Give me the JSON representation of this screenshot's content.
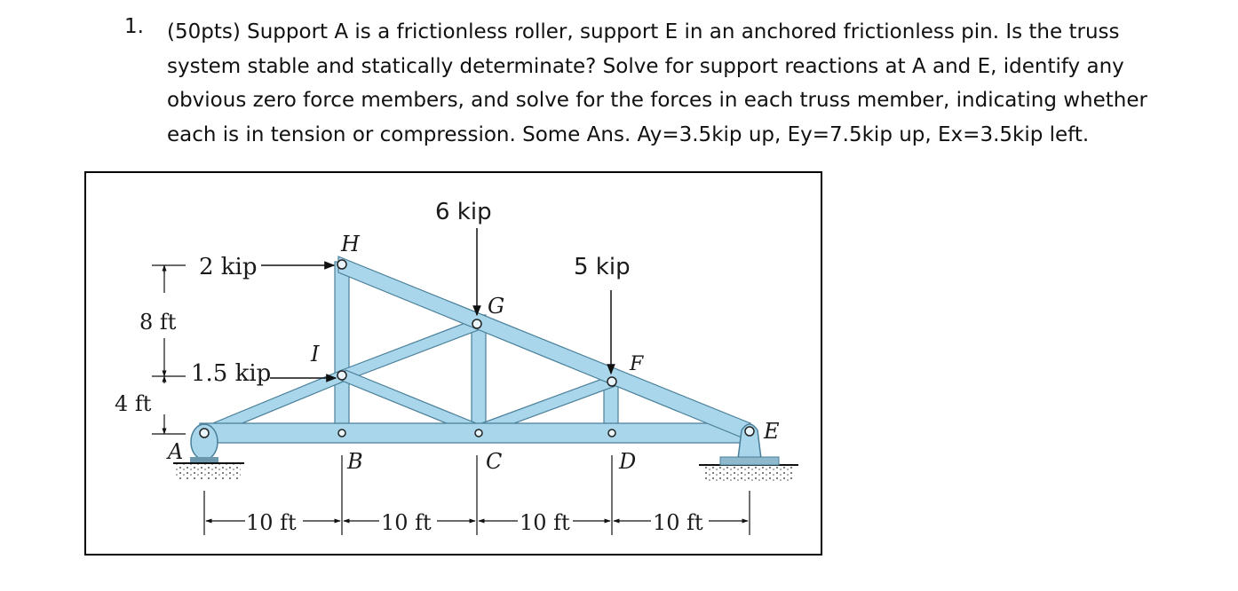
{
  "problem": {
    "number": "1.",
    "lines": [
      "(50pts) Support A is a frictionless roller, support E in an anchored frictionless pin. Is the truss",
      "system stable and statically determinate? Solve for support reactions at A and E, identify any",
      "obvious zero force members, and solve for the forces in each truss member, indicating whether",
      "each is in tension or compression. Some Ans. Ay=3.5kip up, Ey=7.5kip up, Ex=3.5kip left."
    ]
  },
  "figure": {
    "colors": {
      "member": "#a9d6ea",
      "member_edge": "#4a7f99",
      "line": "#222222"
    },
    "loads": {
      "top": "6 kip",
      "f": "5 kip",
      "h": "2 kip",
      "i": "1.5 kip"
    },
    "joints": {
      "a": "A",
      "b": "B",
      "c": "C",
      "d": "D",
      "e": "E",
      "f": "F",
      "g": "G",
      "h": "H",
      "i": "I"
    },
    "dims": {
      "h1": "8 ft",
      "h2": "4 ft",
      "s1": "10 ft",
      "s2": "10 ft",
      "s3": "10 ft",
      "s4": "10 ft"
    }
  }
}
